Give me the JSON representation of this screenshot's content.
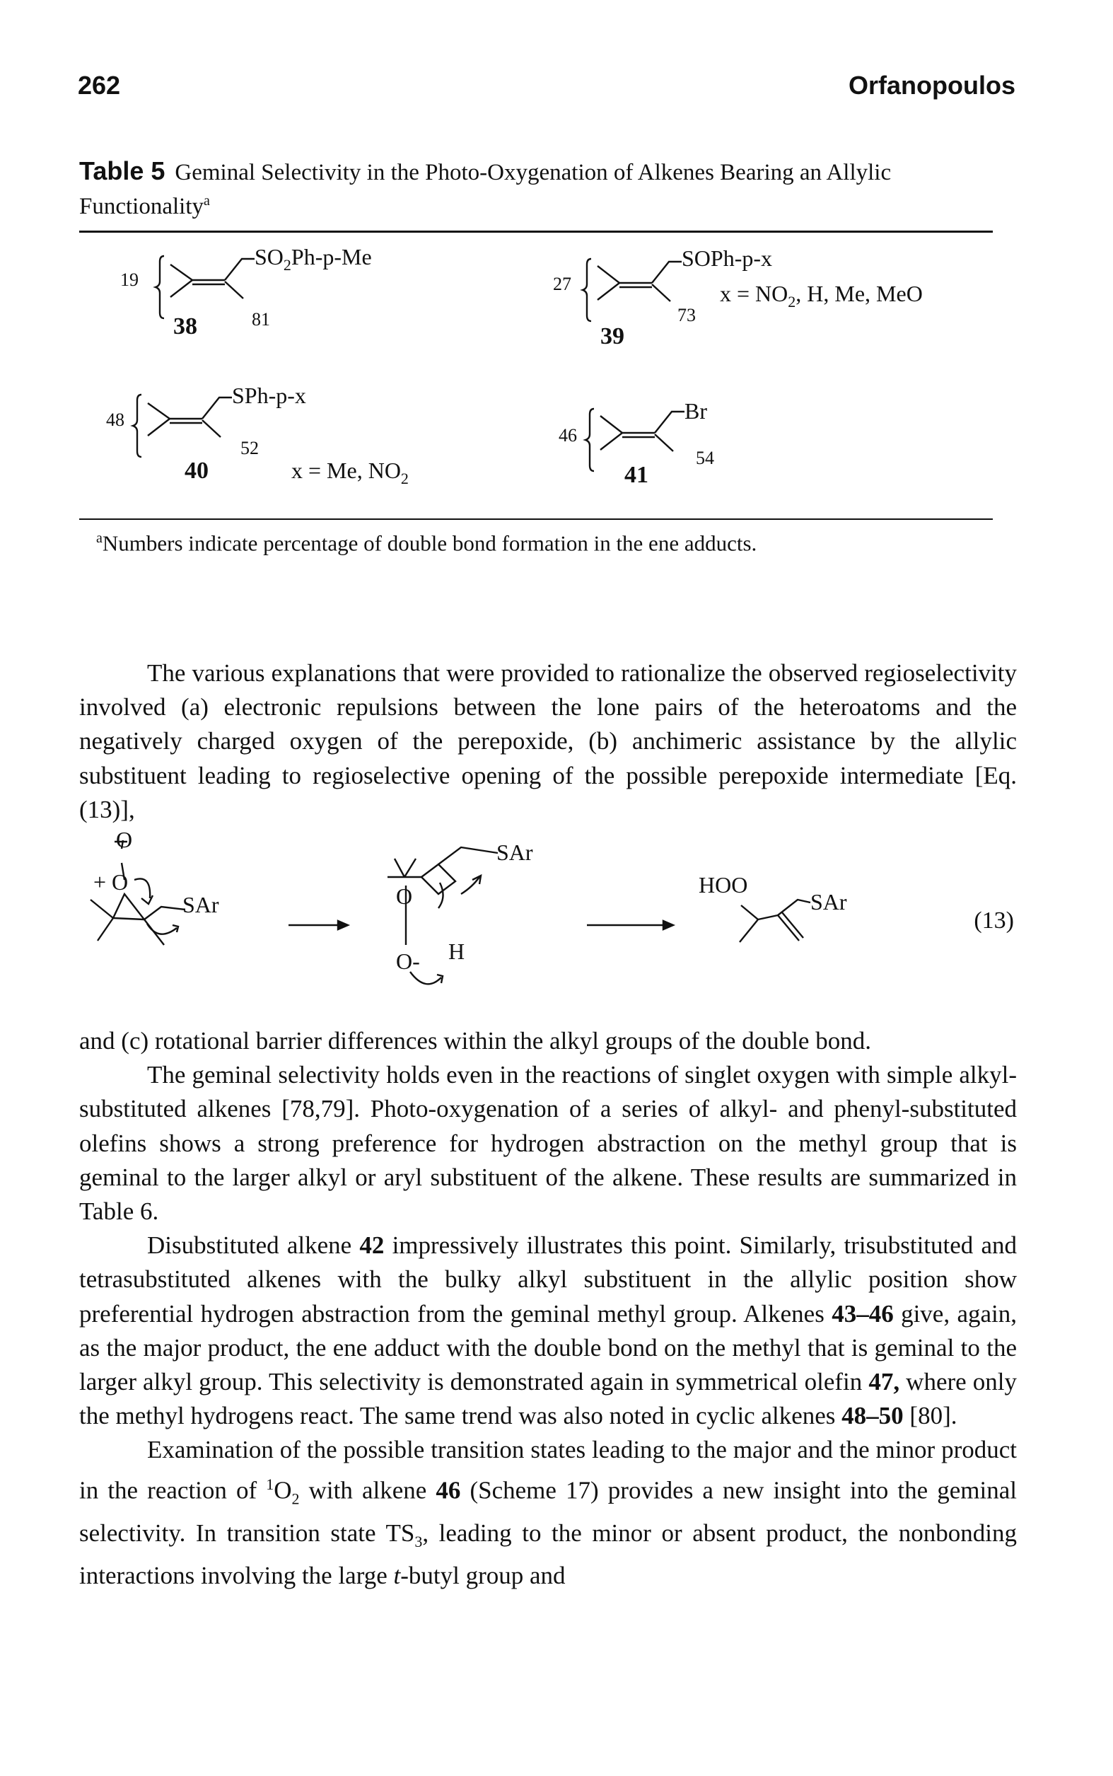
{
  "header": {
    "page_number": "262",
    "running_head": "Orfanopoulos"
  },
  "table5": {
    "label": "Table 5",
    "caption": "Geminal Selectivity in the Photo-Oxygenation of Alkenes Bearing an Allylic Functionality",
    "caption_marker": "a",
    "footnote_marker": "a",
    "footnote": "Numbers indicate percentage of double bond formation in the ene adducts.",
    "compounds": [
      {
        "id": "38",
        "substituent": "SO2Ph-p-Me",
        "left_value": "19",
        "right_value": "81",
        "note": ""
      },
      {
        "id": "39",
        "substituent": "SOPh-p-x",
        "left_value": "27",
        "right_value": "73",
        "note": "x = NO2, H, Me, MeO"
      },
      {
        "id": "40",
        "substituent": "SPh-p-x",
        "left_value": "48",
        "right_value": "52",
        "note": "x = Me, NO2"
      },
      {
        "id": "41",
        "substituent": "Br",
        "left_value": "46",
        "right_value": "54",
        "note": ""
      }
    ]
  },
  "body": {
    "para1": "The various explanations that were provided to rationalize the observed regioselectivity involved (a) electronic repulsions between the lone pairs of the heteroatoms and the negatively charged oxygen of the perepoxide, (b) anchimeric assistance by the allylic substituent leading to regioselective opening of the possible perepoxide intermediate [Eq. (13)],",
    "equation": {
      "number": "(13)",
      "labels": {
        "o_minus": "O",
        "o_plus": "+ O",
        "sar1": "SAr",
        "o_mid": "O",
        "o_mid2": "O-",
        "h": "H",
        "sar2": "SAr",
        "hoo": "HOO",
        "sar3": "SAr"
      }
    },
    "para2": "and (c) rotational barrier differences within the alkyl groups of the double bond.",
    "para3": "The geminal selectivity holds even in the reactions of singlet oxygen with simple alkyl-substituted alkenes [78,79]. Photo-oxygenation of a series of alkyl- and phenyl-substituted olefins shows a strong preference for hydrogen abstraction on the methyl group that is geminal to the larger alkyl or aryl substituent of the alkene. These results are summarized in Table 6.",
    "para4": {
      "a": "Disubstituted alkene ",
      "b1": "42",
      "c": " impressively illustrates this point. Similarly, trisubstituted and tetrasubstituted alkenes with the bulky alkyl substituent in the allylic position show preferential hydrogen abstraction from the geminal methyl group. Alkenes ",
      "b2": "43–46",
      "d": " give, again, as the major product, the ene adduct with the double bond on the methyl that is geminal to the larger alkyl group. This selectivity is demonstrated again in symmetrical olefin ",
      "b3": "47,",
      "e": " where only the methyl hydrogens react. The same trend was also noted in cyclic alkenes ",
      "b4": "48–50",
      "f": " [80]."
    },
    "para5": {
      "a": "Examination of the possible transition states leading to the major and the minor product in the reaction of ",
      "sup": "1",
      "b": "O",
      "sub": "2",
      "c": " with alkene ",
      "bold": "46",
      "d": " (Scheme 17) provides a new insight into the geminal selectivity. In transition state TS",
      "sub2": "3",
      "e": ", leading to the minor or absent product, the nonbonding interactions involving the large ",
      "ital": "t",
      "f": "-butyl group and"
    }
  }
}
